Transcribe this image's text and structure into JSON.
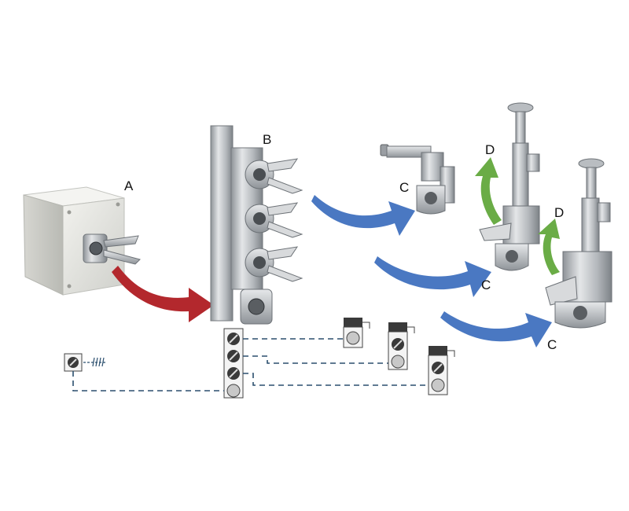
{
  "labels": {
    "a": "A",
    "b": "B",
    "c1": "C",
    "c2": "C",
    "c3": "C",
    "d1": "D",
    "d2": "D"
  },
  "colors": {
    "red_arrow": "#b3282d",
    "blue_arrow": "#4a78c2",
    "green_arrow": "#6aac46",
    "dashed_line": "#2b4f6e",
    "metal_light": "#dcdee0",
    "metal_mid": "#a9adb2",
    "metal_dark": "#6d7277",
    "box": "#e9eae6",
    "terminal_dark": "#3a3a3a",
    "terminal_light": "#c8c8c8"
  },
  "icons": {
    "box_switch": "exchange-box-icon",
    "master_unit": "key-exchange-unit-icon",
    "lock_unit": "key-lock-icon",
    "key_release": "key-release-icon",
    "terminal": "screw-terminal-icon",
    "indicator": "indicator-lamp-icon"
  }
}
